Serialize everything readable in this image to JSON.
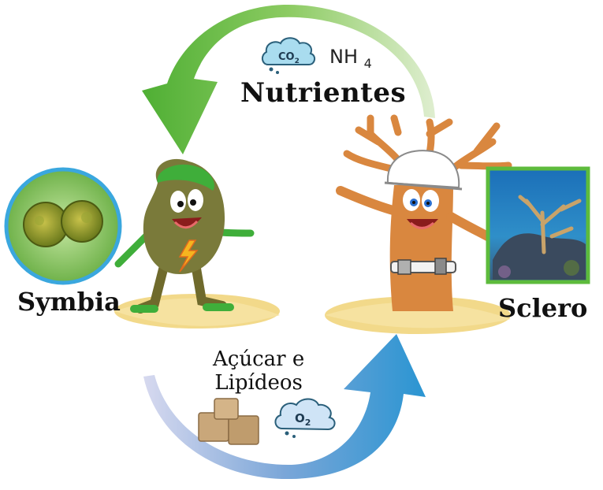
{
  "labels": {
    "nutrientes": "Nutrientes",
    "symbia": "Symbia",
    "sclero": "Sclero",
    "acucar_line1": "Açúcar e",
    "acucar_line2": "Lipídeos",
    "nh4_base": "NH",
    "nh4_sub": "4"
  },
  "molecules": {
    "co2_base": "CO",
    "co2_sub": "2",
    "o2_base": "O",
    "o2_sub": "2"
  },
  "colors": {
    "arrow_top_start": "#c7e3b0",
    "arrow_top_end": "#5fb53c",
    "arrow_bottom_start": "#c9cde8",
    "arrow_bottom_end": "#2c8fd0",
    "cloud_fill": "#a9dcef",
    "cloud_stroke": "#2a5f7a",
    "sand": "#f2d98a",
    "coral": "#d9873f",
    "symbia_body": "#7a7a3a",
    "cell_frame": "#3aa7de",
    "photo_frame": "#5dbb3c"
  },
  "icons": {
    "co2_cloud": "cloud-co2-icon",
    "o2_cloud": "cloud-o2-icon",
    "sugar_cubes": "sugar-cubes-icon",
    "lightning": "lightning-icon"
  }
}
